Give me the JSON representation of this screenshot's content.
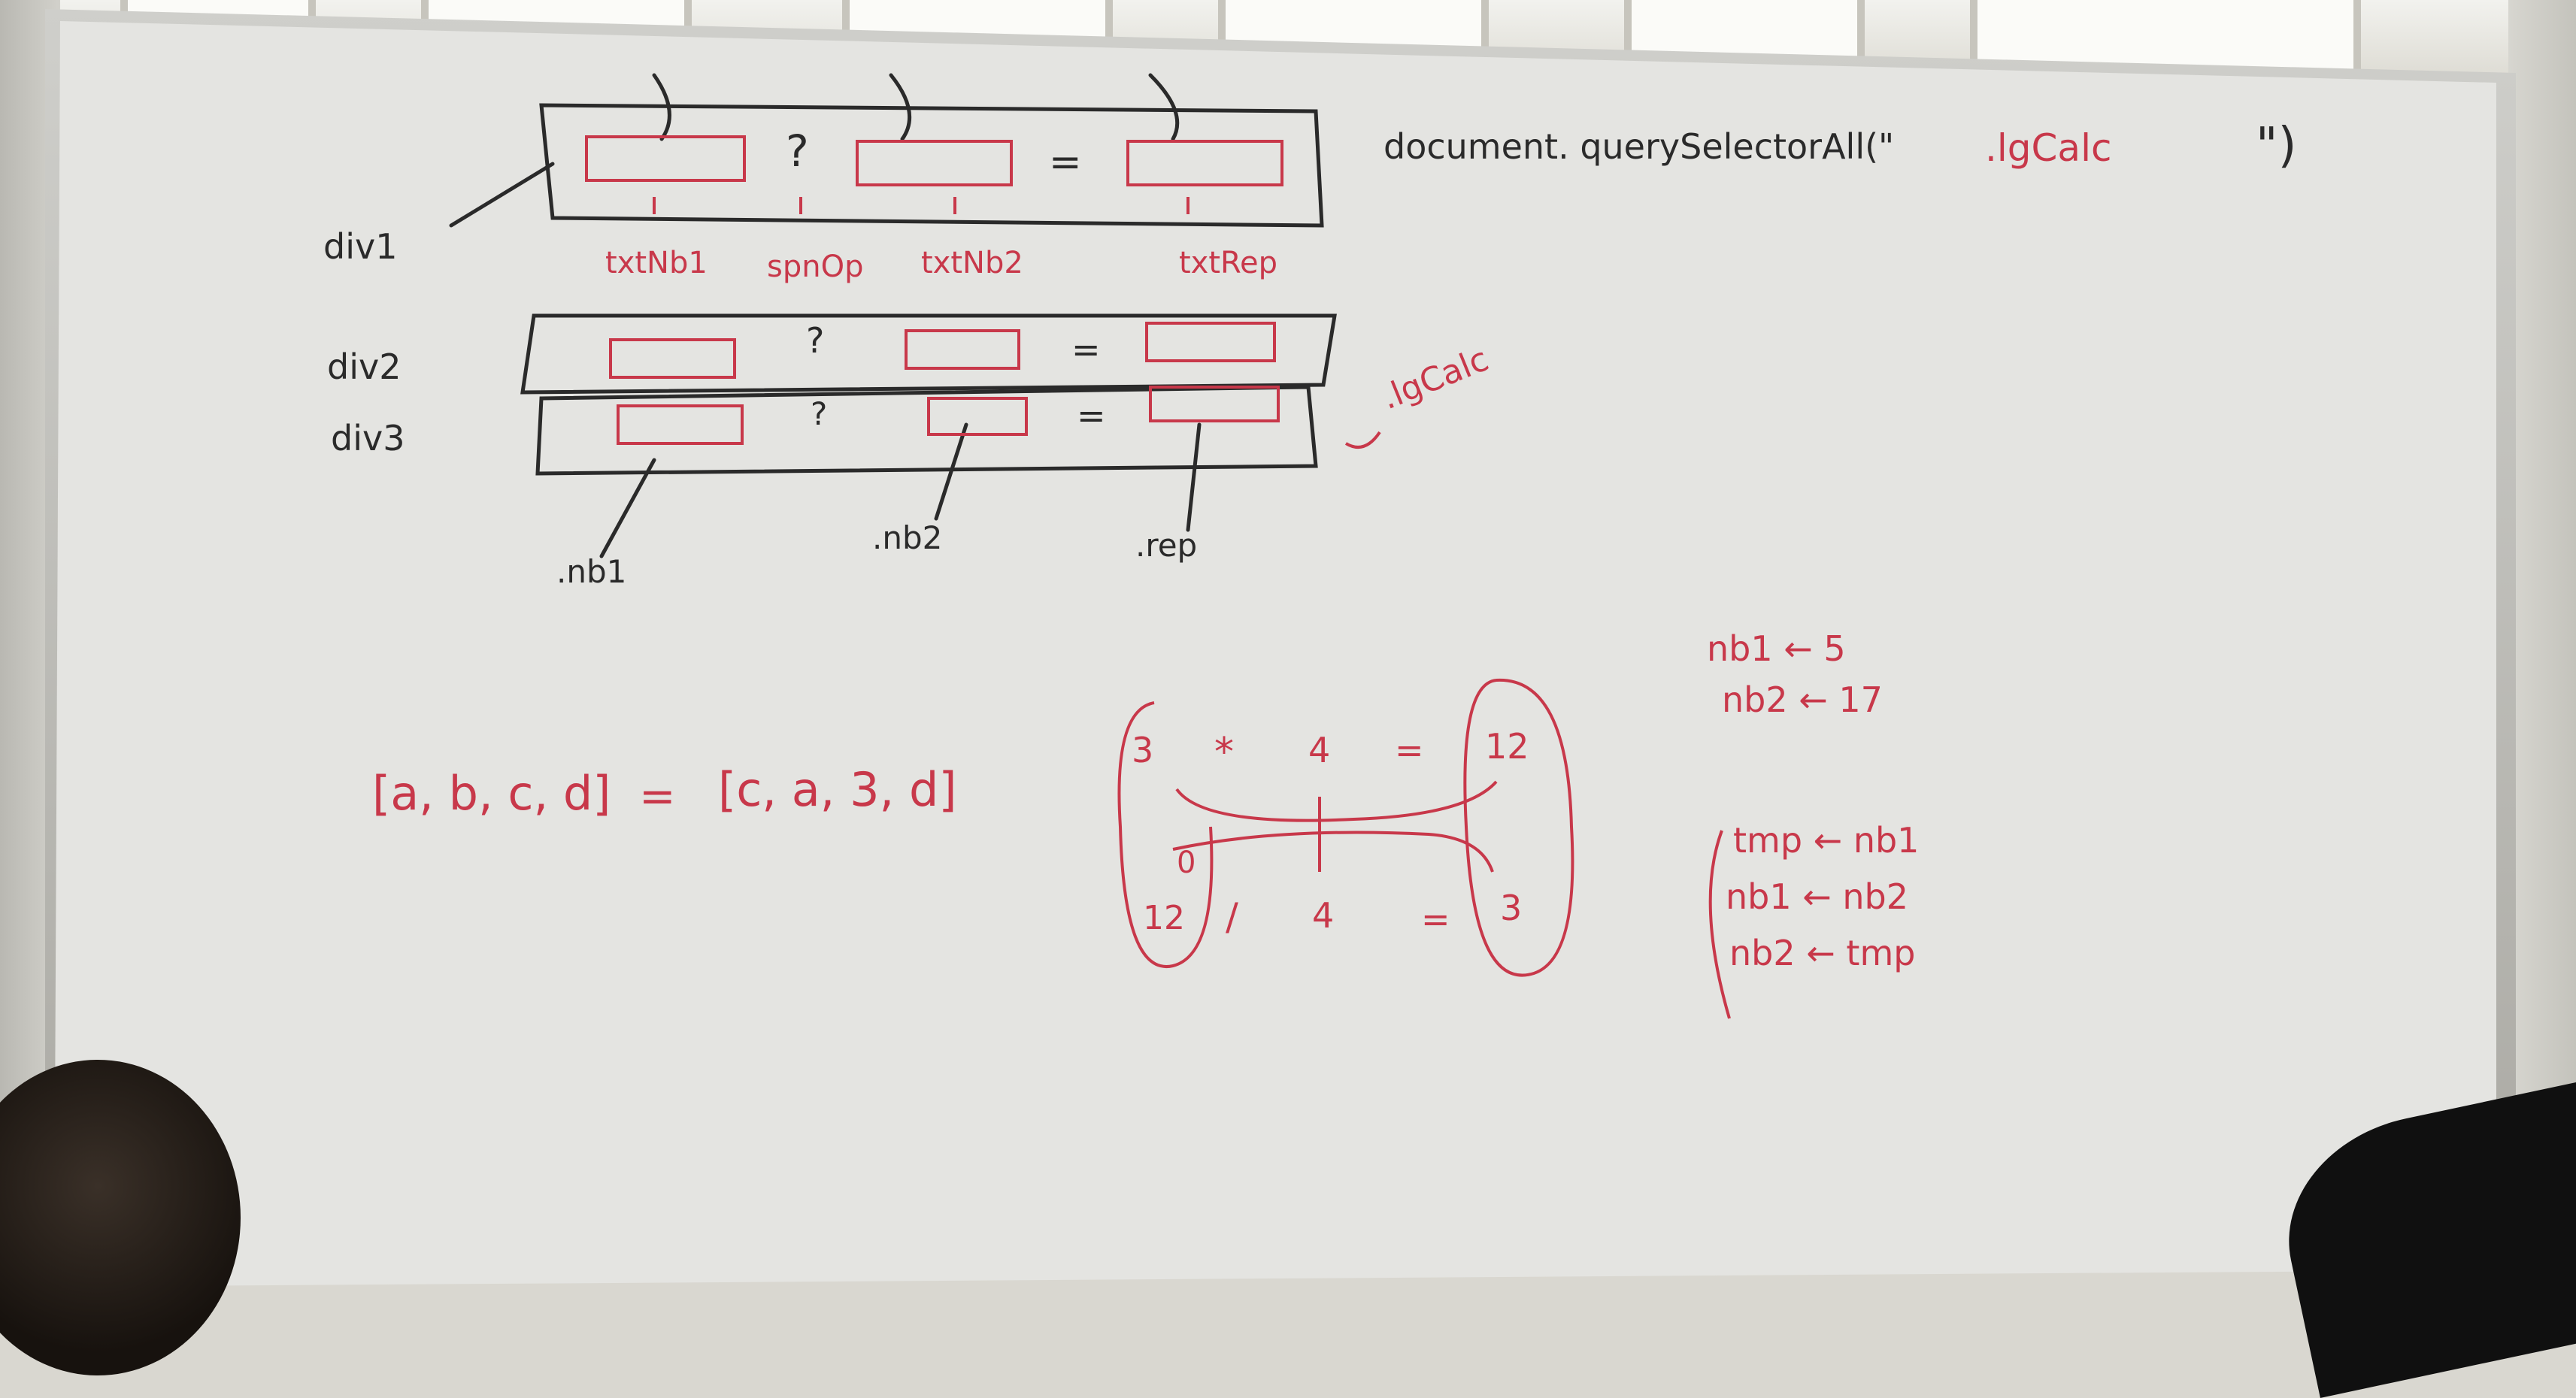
{
  "colors": {
    "board": "#e4e4e1",
    "black_marker": "#2a2a2a",
    "red_marker": "#c8384a"
  },
  "diagram": {
    "div_labels": [
      "div1",
      "div2",
      "div3"
    ],
    "div1_row": {
      "operator": "?",
      "equals": "="
    },
    "div2_row": {
      "operator": "?",
      "equals": "="
    },
    "div3_row": {
      "operator": "?",
      "equals": "="
    },
    "field_labels": [
      "txtNb1",
      "spnOp",
      "txtNb2",
      "txtRep"
    ],
    "class_labels": [
      ".nb1",
      ".nb2",
      ".rep"
    ],
    "group_class": ".lgCalc",
    "query_prefix": "document. querySelectorAll(\"",
    "query_class": ".lgCalc",
    "query_suffix": "\")"
  },
  "array_swap": {
    "left": "[a, b, c, d]",
    "equals": "=",
    "right": "[c, a, 3, d]"
  },
  "calc": {
    "top_left": "3",
    "top_op": "*",
    "top_mid": "4",
    "top_eq": "=",
    "top_result": "12",
    "zero": "0",
    "bottom_left": "12",
    "bottom_op": "/",
    "bottom_mid": "4",
    "bottom_eq": "=",
    "bottom_result": "3"
  },
  "assignments": [
    "nb1 ← 5",
    "nb2 ← 17"
  ],
  "swap_steps": [
    "tmp ← nb1",
    "nb1 ← nb2",
    "nb2 ← tmp"
  ]
}
